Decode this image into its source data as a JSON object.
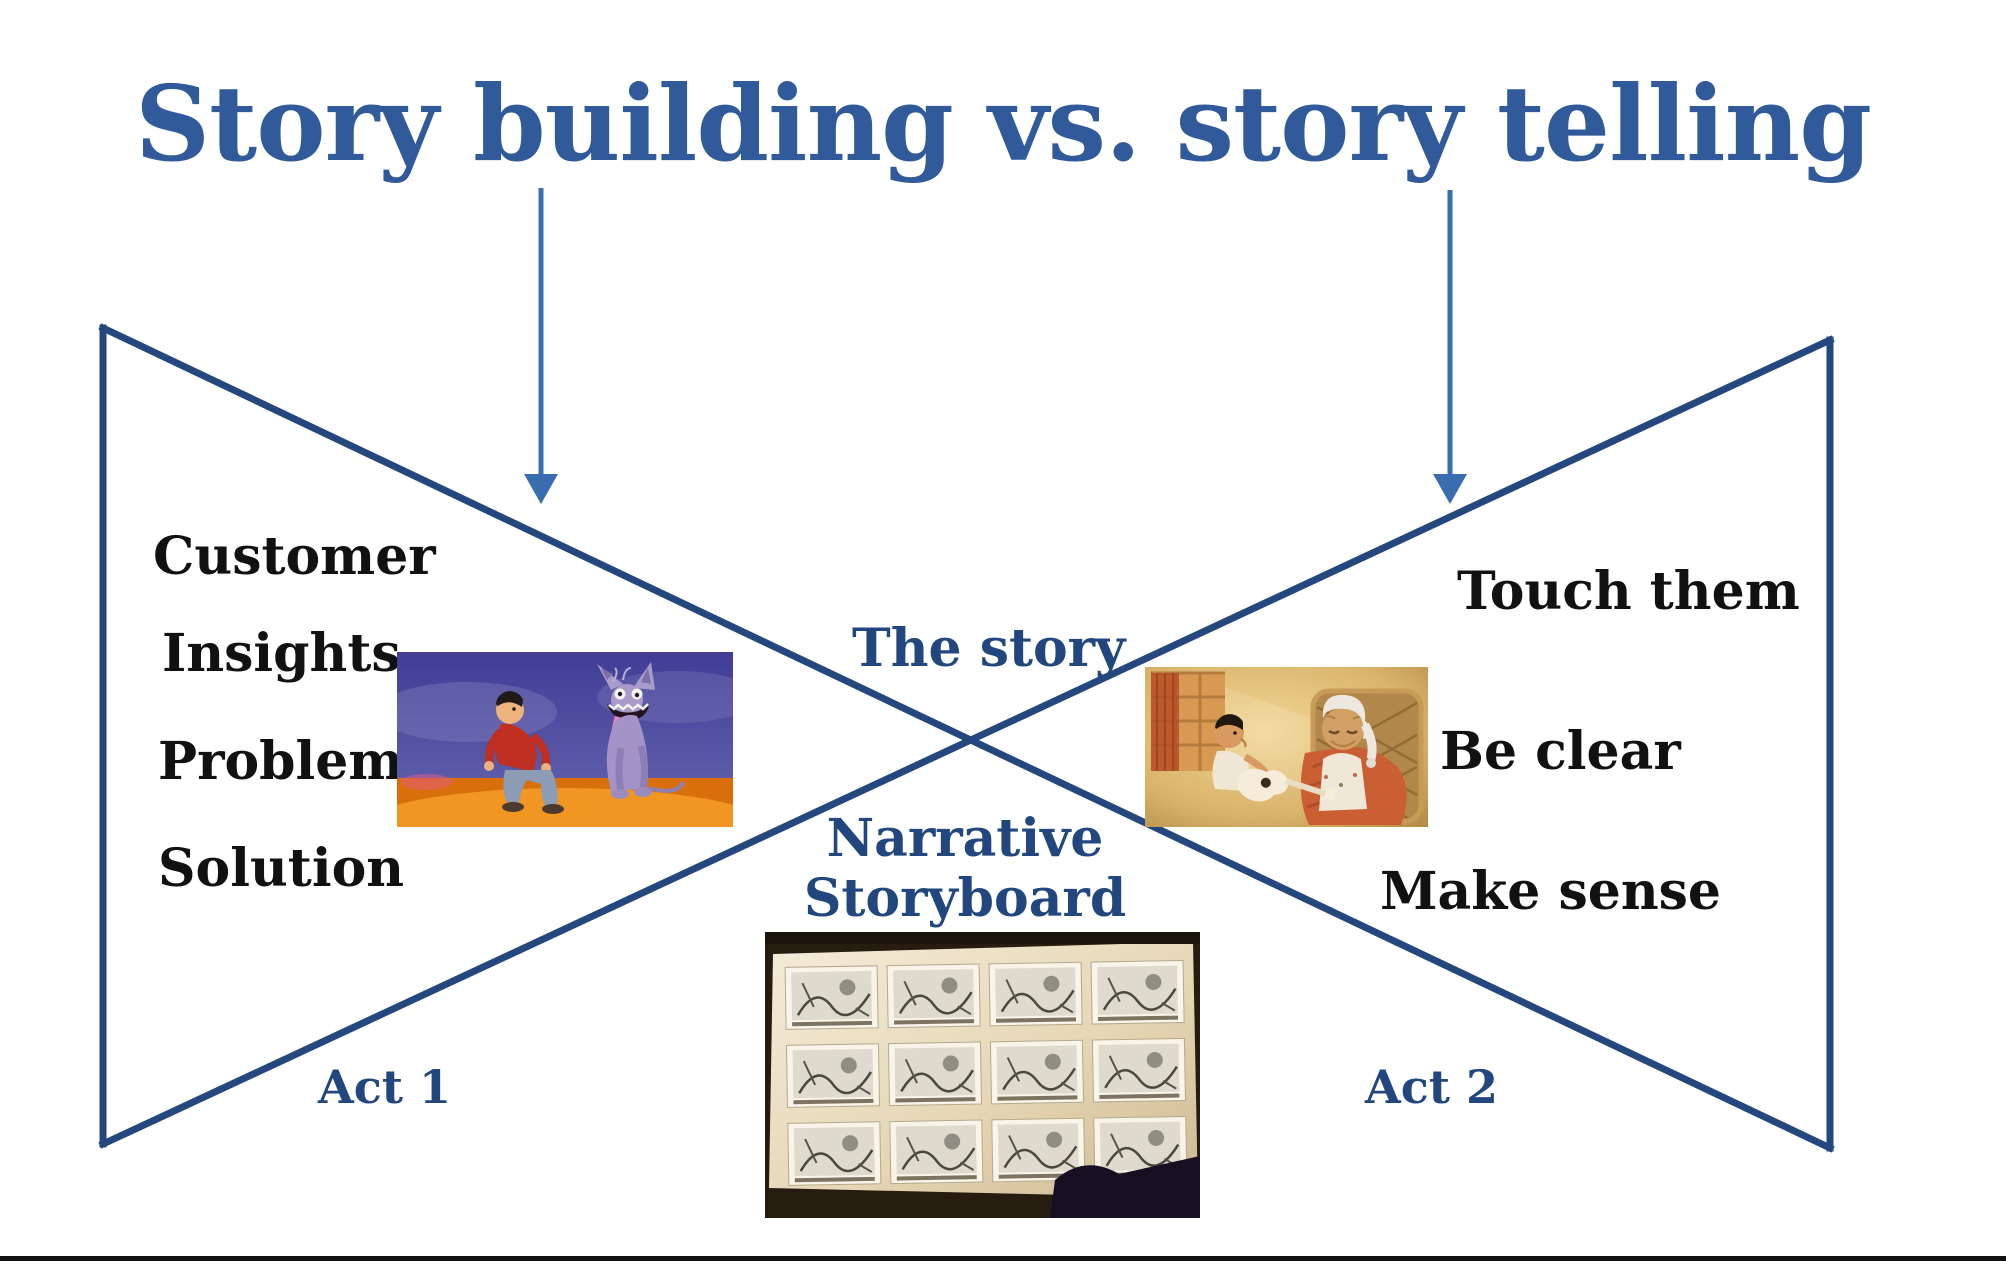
{
  "title": "Story building vs. story telling",
  "diagram": {
    "left_panel": {
      "items": [
        "Customer",
        "Insights",
        "Problem",
        "Solution"
      ],
      "act_label": "Act 1"
    },
    "right_panel": {
      "items": [
        "Touch them",
        "Be clear",
        "Make sense"
      ],
      "act_label": "Act 2"
    },
    "center": {
      "top_label": "The story",
      "bottom_label": [
        "Narrative",
        "Storyboard"
      ]
    }
  },
  "images": {
    "left": {
      "name": "coco-miguel-dante-photo"
    },
    "right": {
      "name": "coco-miguel-mama-coco-photo"
    },
    "bottom": {
      "name": "storyboard-wall-photo"
    }
  },
  "colors": {
    "title_blue": "#315a9b",
    "line_navy": "#24477e",
    "arrow_blue": "#3a6cb0",
    "text_navy": "#21477e",
    "label_black": "#111111",
    "bottom_bar": "#111111"
  }
}
